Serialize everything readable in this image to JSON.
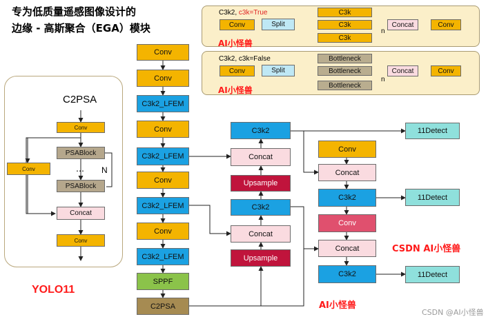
{
  "title_line1": "专为低质量遥感图像设计的",
  "title_line2": "边缘 - 高斯聚合（EGA）模块",
  "watermarks": {
    "panel1": "AI小怪兽",
    "panel2": "AI小怪兽",
    "csdn_mid": "CSDN AI小怪兽",
    "bottom": "AI小怪兽",
    "yolo": "YOLO11",
    "corner": "CSDN @AI小怪兽"
  },
  "c2psa_panel": {
    "title": "C2PSA",
    "conv_top": "Conv",
    "conv_side": "Conv",
    "psablock_1": "PSABlock",
    "dots": "…",
    "n_label": "N",
    "psablock_2": "PSABlock",
    "concat": "Concat",
    "conv_bottom": "Conv"
  },
  "c3k_true_panel": {
    "caption_prefix": "C3k2, ",
    "caption_flag": "c3k=True",
    "conv_in": "Conv",
    "split": "Split",
    "branch_1": "C3k",
    "branch_2": "C3k",
    "branch_3": "C3k",
    "n_label": "n",
    "concat": "Concat",
    "conv_out": "Conv"
  },
  "c3k_false_panel": {
    "caption": "C3k2, c3k=False",
    "conv_in": "Conv",
    "split": "Split",
    "branch_1": "Bottleneck",
    "branch_2": "Bottleneck",
    "branch_3": "Bottleneck",
    "n_label": "n",
    "concat": "Concat",
    "conv_out": "Conv"
  },
  "backbone": [
    "Conv",
    "Conv",
    "C3k2_LFEM",
    "Conv",
    "C3k2_LFEM",
    "Conv",
    "C3k2_LFEM",
    "Conv",
    "C3k2_LFEM",
    "SPPF",
    "C2PSA"
  ],
  "neck": {
    "col1": [
      "C3k2",
      "Concat",
      "Upsample",
      "C3k2",
      "Concat",
      "Upsample"
    ],
    "col2": [
      "Conv",
      "Concat",
      "C3k2",
      "Conv",
      "Concat",
      "C3k2"
    ]
  },
  "detect": [
    "11Detect",
    "11Detect",
    "11Detect"
  ],
  "colors": {
    "conv": "#f4b400",
    "c3k2": "#1ba1e2",
    "concat": "#fadbe0",
    "upsample": "#c0143c",
    "sppf": "#8bc34a",
    "c2psa": "#a68b52",
    "detect": "#8fe0dc",
    "panel_bg": "#fbefc9",
    "accent_red": "#ff1a1a"
  }
}
